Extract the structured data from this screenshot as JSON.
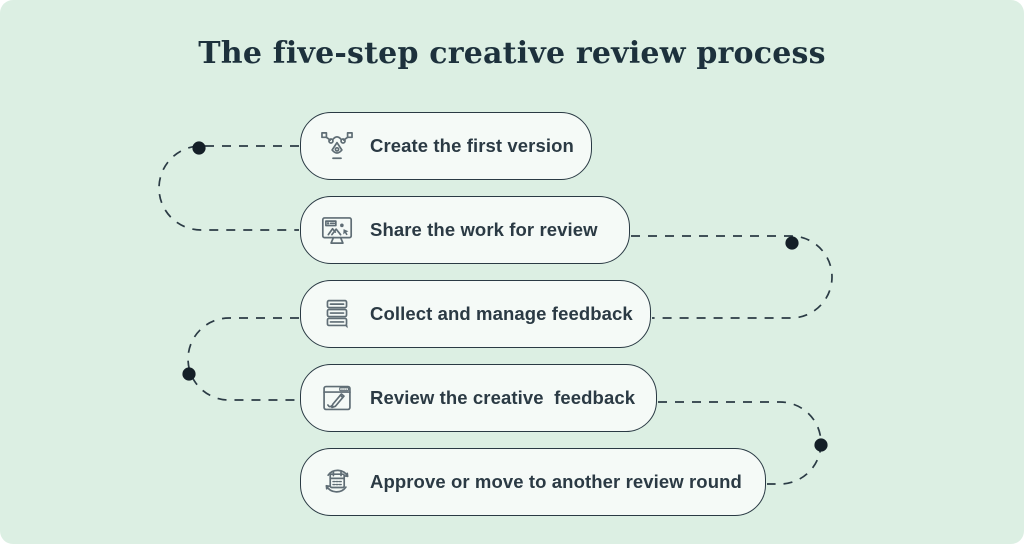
{
  "title": "The five-step creative review process",
  "steps": [
    {
      "label": "Create the first version",
      "icon": "vector-pen-icon"
    },
    {
      "label": "Share the work for review",
      "icon": "share-monitor-icon"
    },
    {
      "label": "Collect and manage feedback",
      "icon": "comments-stack-icon"
    },
    {
      "label": "Review the creative  feedback",
      "icon": "review-window-icon"
    },
    {
      "label": "Approve or move to another review round",
      "icon": "approve-cycle-icon"
    }
  ],
  "colors": {
    "background": "#DCEFE3",
    "card_fill": "#F5FAF7",
    "outline": "#2A3A44",
    "title_text": "#1D313C",
    "label_text": "#2B3A44",
    "icon": "#5F6D75",
    "connector": "#2B3B45",
    "dot": "#141F27"
  }
}
